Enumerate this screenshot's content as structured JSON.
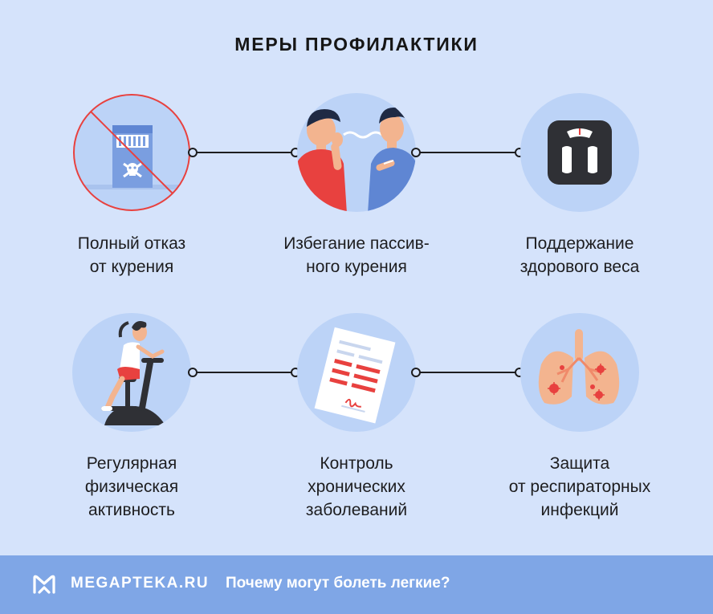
{
  "title": "МЕРЫ ПРОФИЛАКТИКИ",
  "measures": [
    {
      "label": "Полный отказ\nот курения",
      "icon": "no-smoking-icon"
    },
    {
      "label": "Избегание пассив-\nного курения",
      "icon": "passive-smoking-icon"
    },
    {
      "label": "Поддержание\nздорового веса",
      "icon": "scale-icon"
    },
    {
      "label": "Регулярная\nфизическая\nактивность",
      "icon": "exercise-bike-icon"
    },
    {
      "label": "Контроль\nхронических\nзаболеваний",
      "icon": "medical-document-icon"
    },
    {
      "label": "Защита\nот респираторных\nинфекций",
      "icon": "infected-lungs-icon"
    }
  ],
  "footer": {
    "brand": "MEGAPTEKA.RU",
    "text": "Почему могут болеть легкие?",
    "logo_icon": "megapteka-logo-icon"
  },
  "colors": {
    "background": "#d5e3fb",
    "circle": "#bcd3f7",
    "footer": "#7fa6e6",
    "accent_red": "#e8413f"
  }
}
